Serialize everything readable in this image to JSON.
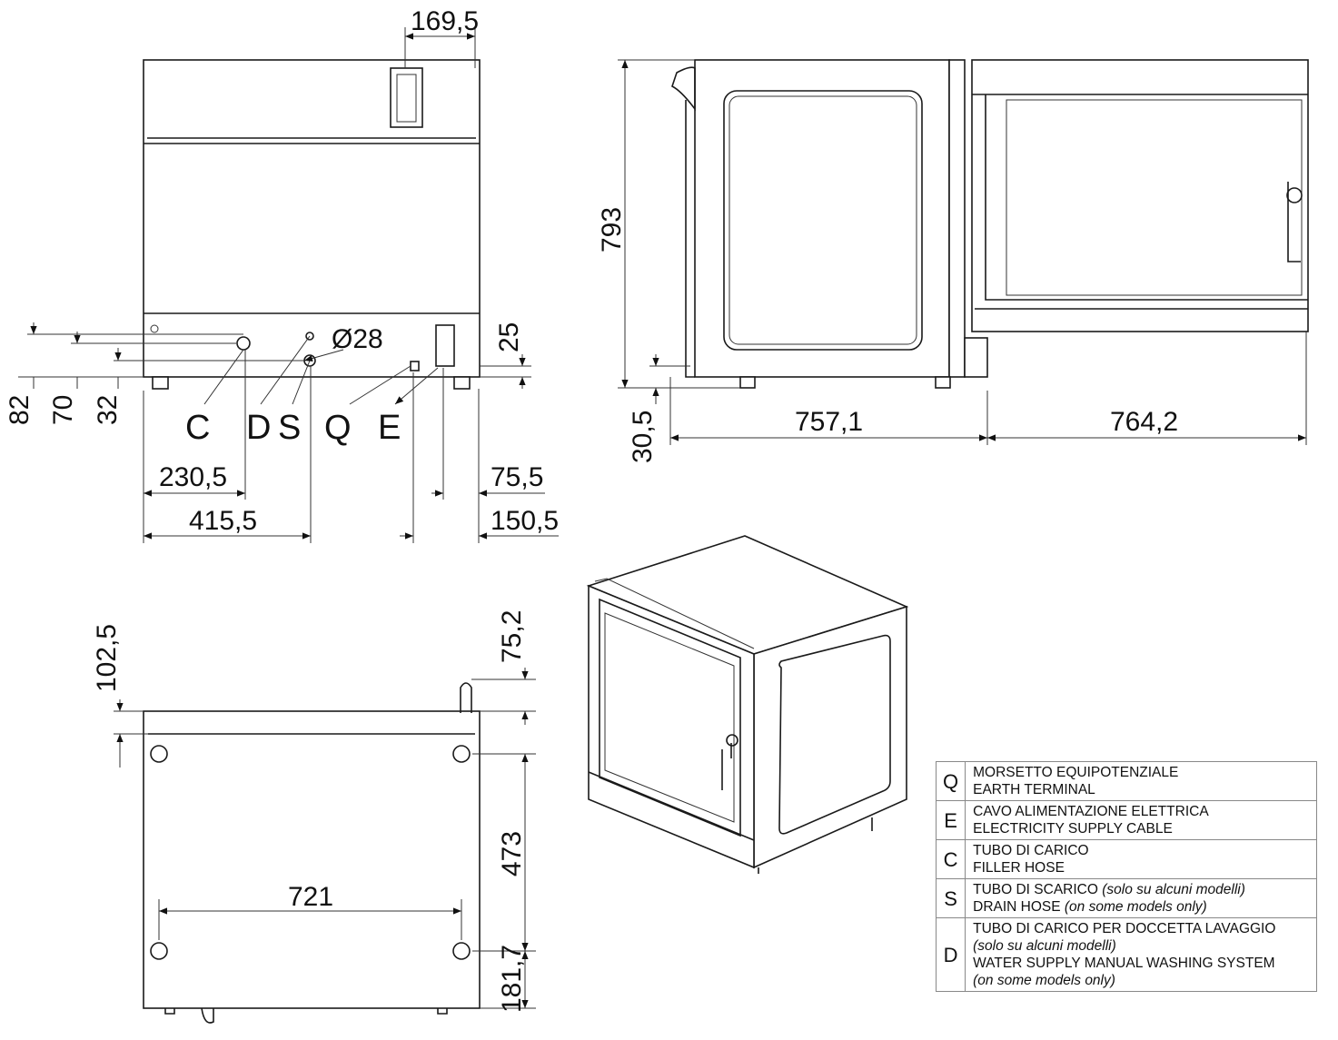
{
  "front_view": {
    "dims": {
      "top_offset": "169,5",
      "h82": "82",
      "h70": "70",
      "h32": "32",
      "h25": "25",
      "diameter": "Ø28",
      "d230": "230,5",
      "d415": "415,5",
      "d75": "75,5",
      "d150": "150,5"
    },
    "letters": [
      "C",
      "D",
      "S",
      "Q",
      "E"
    ]
  },
  "side_view": {
    "dims": {
      "height": "793",
      "feet": "30,5",
      "depth": "757,1",
      "door_open": "764,2"
    }
  },
  "plan_view": {
    "dims": {
      "d102": "102,5",
      "d75": "75,2",
      "d473": "473",
      "d721": "721",
      "d181": "181,7"
    }
  },
  "legend": [
    {
      "key": "Q",
      "lines": [
        {
          "text": "MORSETTO EQUIPOTENZIALE"
        },
        {
          "text": "EARTH TERMINAL"
        }
      ]
    },
    {
      "key": "E",
      "lines": [
        {
          "text": "CAVO ALIMENTAZIONE ELETTRICA"
        },
        {
          "text": "ELECTRICITY SUPPLY CABLE"
        }
      ]
    },
    {
      "key": "C",
      "lines": [
        {
          "text": "TUBO DI CARICO"
        },
        {
          "text": "FILLER HOSE"
        }
      ]
    },
    {
      "key": "S",
      "lines": [
        {
          "text": "TUBO DI SCARICO ",
          "note": "(solo su alcuni modelli)"
        },
        {
          "text": "DRAIN HOSE ",
          "note": "(on some models only)"
        }
      ]
    },
    {
      "key": "D",
      "lines": [
        {
          "text": "TUBO DI CARICO PER DOCCETTA LAVAGGIO"
        },
        {
          "note": "(solo su alcuni modelli)"
        },
        {
          "text": "WATER SUPPLY MANUAL WASHING SYSTEM"
        },
        {
          "note": "(on some models only)"
        }
      ]
    }
  ]
}
